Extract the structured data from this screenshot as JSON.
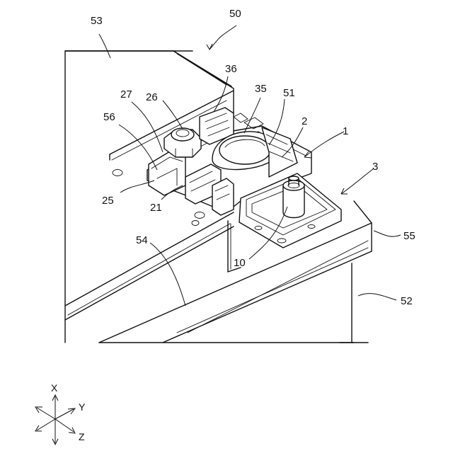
{
  "figure": {
    "reference_numerals": {
      "r53": "53",
      "r50": "50",
      "r36": "36",
      "r35": "35",
      "r51": "51",
      "r27": "27",
      "r26": "26",
      "r56": "56",
      "r2": "2",
      "r1": "1",
      "r3": "3",
      "r25": "25",
      "r21": "21",
      "r54": "54",
      "r55": "55",
      "r10": "10",
      "r52": "52"
    },
    "axes": {
      "x": "X",
      "y": "Y",
      "z": "Z"
    }
  }
}
